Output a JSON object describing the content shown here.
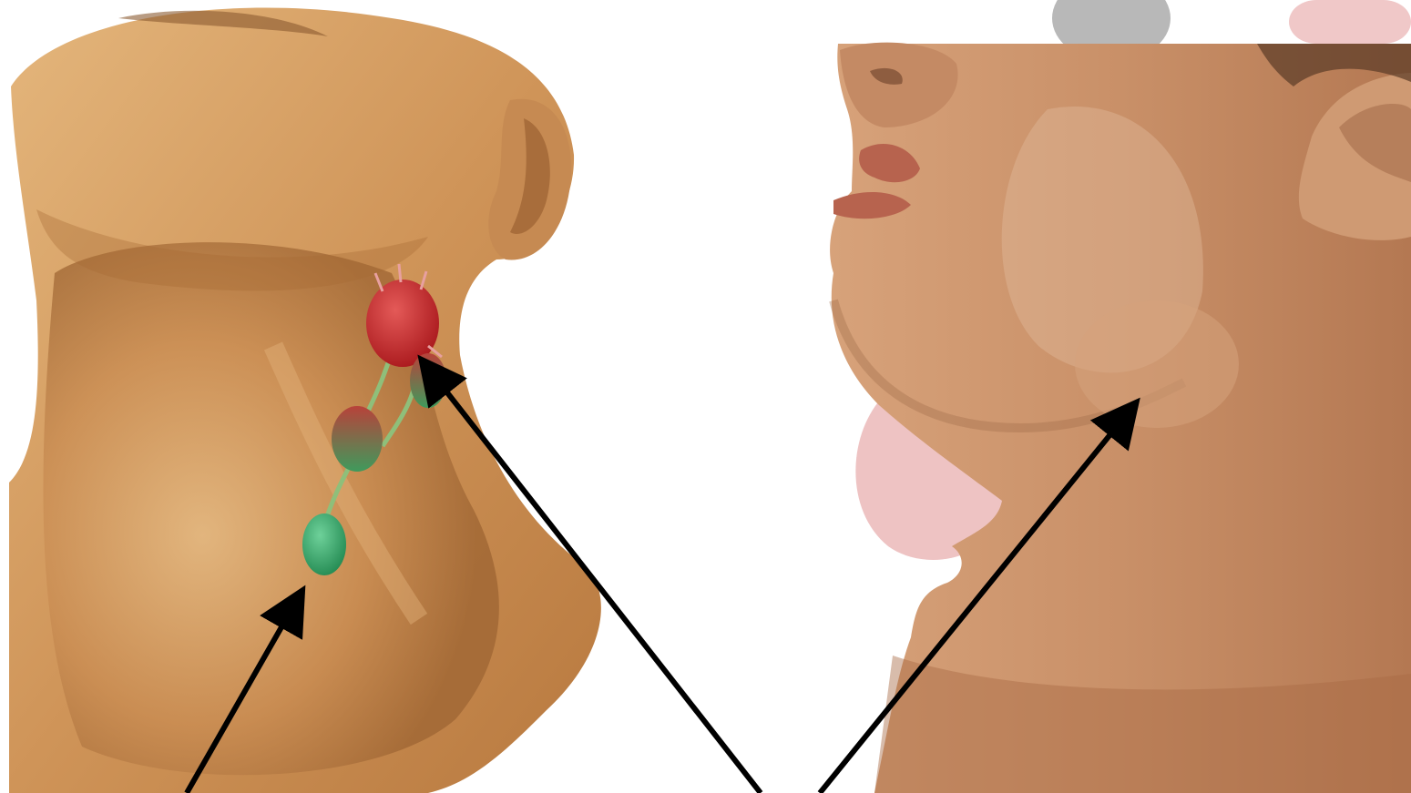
{
  "panels": [
    {
      "name": "illustrated-neck-panel",
      "icon": "neck-illustration",
      "lymph_nodes": [
        {
          "name": "enlarged-lymph-node",
          "color": "#c0262a"
        },
        {
          "name": "transition-lymph-node",
          "color": "#8a5a3a"
        },
        {
          "name": "mid-lymph-node",
          "color": "#9a4a3a"
        },
        {
          "name": "normal-lymph-node",
          "color": "#3aa068"
        }
      ]
    },
    {
      "name": "photo-neck-panel",
      "icon": "neck-photo"
    }
  ],
  "colors": {
    "skin_light": "#d9a56a",
    "skin_dark": "#a86a35",
    "photo_skin": "#c98f63",
    "arrow": "#000000",
    "pink_blob": "#efc4c4",
    "gray_blob": "#b5b5b5"
  },
  "arrows": [
    {
      "name": "arrow-to-normal-node"
    },
    {
      "name": "arrow-to-enlarged-node"
    },
    {
      "name": "arrow-to-swollen-neck"
    }
  ]
}
